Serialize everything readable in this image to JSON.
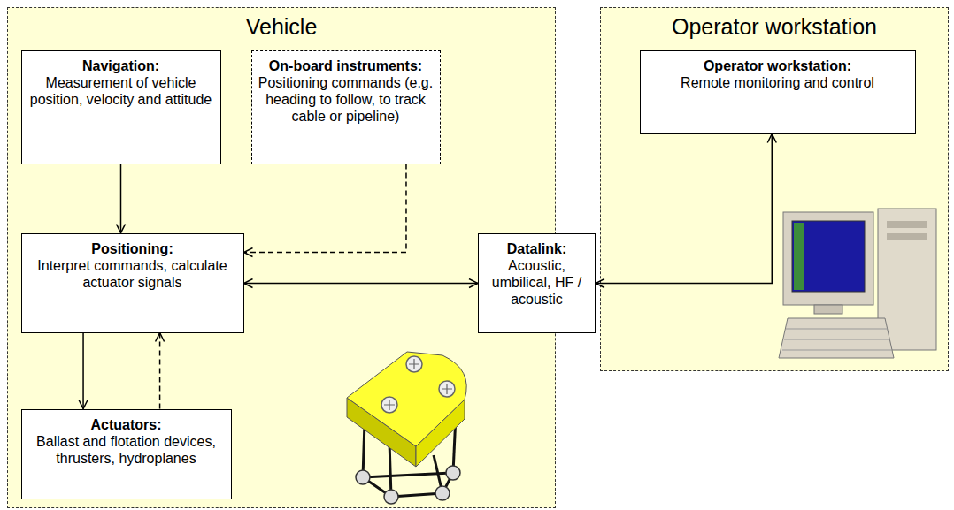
{
  "diagram": {
    "nodes": [
      {
        "text": [
          "Vehicle"
        ]
      },
      {
        "text": [
          "Navigation:",
          "Measurement of vehicle position, velocity and attitude"
        ],
        "in": 0
      },
      {
        "text": [
          "On-board instruments:",
          "Positioning commands (e.g. heading to follow, to track cable or pipeline)"
        ],
        "in": 0
      },
      {
        "text": [
          "Positioning:",
          "Interpret commands, calculate actuator signals"
        ],
        "in": 0
      },
      {
        "text": [
          "Datalink:",
          "Acoustic, umbilical, HF / acoustic"
        ]
      },
      {
        "text": [
          "Actuators:",
          "Ballast and flotation devices, thrusters, hydroplanes"
        ],
        "in": 0
      },
      {
        "text": [
          "Operator workstation"
        ]
      },
      {
        "text": [
          "Operator workstation:",
          "Remote monitoring and control"
        ],
        "in": 6
      }
    ],
    "edges": [
      {
        "from": 1,
        "to": 3,
        "arrow": "to"
      },
      {
        "from": 2,
        "to": 3,
        "arrow": "to"
      },
      {
        "from": 3,
        "to": 4,
        "arrow": "both"
      },
      {
        "from": 4,
        "to": 7,
        "arrow": "both"
      },
      {
        "from": 3,
        "to": 5,
        "arrow": "to"
      },
      {
        "from": 5,
        "to": 3,
        "arrow": "to"
      }
    ]
  }
}
